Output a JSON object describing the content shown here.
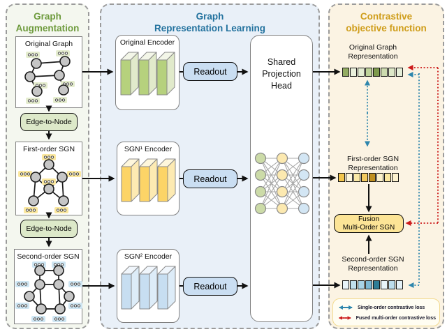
{
  "augmentation_panel": {
    "accent_color": "#6e9b3d",
    "title_line1": "Graph",
    "title_line2": "Augmentation",
    "original_graph_label": "Original Graph",
    "edge_to_node_label_1": "Edge-to-Node",
    "first_order_sgn_label": "First-order SGN",
    "edge_to_node_label_2": "Edge-to-Node",
    "second_order_sgn_label": "Second-order SGN"
  },
  "representation_panel": {
    "accent_color": "#23729e",
    "title_line1": "Graph",
    "title_line2": "Representation Learning",
    "original_encoder_label": "Original Encoder",
    "sgn1_encoder_label": "SGN¹ Encoder",
    "sgn2_encoder_label": "SGN² Encoder",
    "readout_label": "Readout",
    "projection_head_line1": "Shared",
    "projection_head_line2": "Projection",
    "projection_head_line3": "Head"
  },
  "contrastive_panel": {
    "accent_color": "#cf9d1a",
    "title_line1": "Contrastive",
    "title_line2": "objective function",
    "original_representation": {
      "label_line1": "Original Graph",
      "label_line2": "Representation",
      "cells": [
        "#93ac62",
        "#eaf0dc",
        "#e3ecd2",
        "#bed29a",
        "#7e9a4c",
        "#ccdaae",
        "#dde8c8",
        "#e6eed8"
      ]
    },
    "first_order_representation": {
      "label_line1": "First-order SGN",
      "label_line2": "Representation",
      "cells": [
        "#f2c54d",
        "#fdf6dc",
        "#fbe9a6",
        "#f4ca5e",
        "#c08f1f",
        "#fdf2cb",
        "#fbe7a0",
        "#fdf2cf"
      ]
    },
    "fusion_label_line1": "Fusion",
    "fusion_label_line2": "Multi-Order SGN",
    "second_order_representation": {
      "label_line1": "Second-order SGN",
      "label_line2": "Representation",
      "cells": [
        "#e9f4f9",
        "#c0dfee",
        "#a8d2e6",
        "#7db8d4",
        "#2f7d96",
        "#e9f4f9",
        "#bcdded",
        "#e4f1f8"
      ]
    },
    "legend": {
      "single_order_label": "Single-order contrastive loss",
      "single_order_color": "#2e86ad",
      "fused_label": "Fused multi-order contrastive loss",
      "fused_color": "#cc1a1a"
    }
  }
}
